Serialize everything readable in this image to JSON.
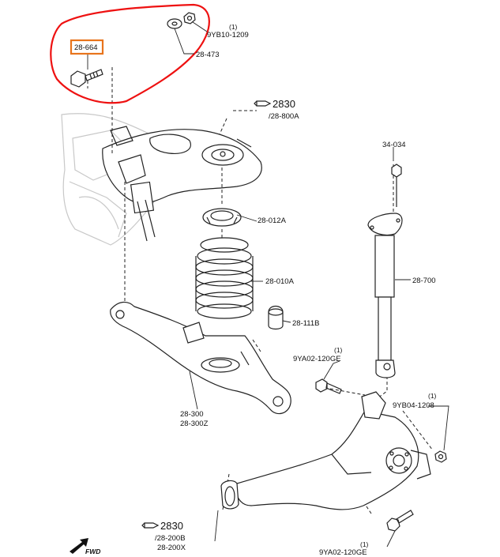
{
  "diagram": {
    "highlighted_part": "28-664",
    "colors": {
      "highlight_box": "#e8741c",
      "annotation_ring": "#ee1111",
      "line": "#222222",
      "ghost": "#c8c8c8"
    },
    "labels": {
      "p28_664": "28-664",
      "qty_1a": "(1)",
      "p9yb10": "9YB10-1209",
      "p28_473": "28-473",
      "ref_2830_top": "2830",
      "p28_800a": "/28-800A",
      "p34_034": "34-034",
      "p28_012a": "28-012A",
      "p28_010a": "28-010A",
      "p28_700": "28-700",
      "p28_111b": "28-111B",
      "qty_1b": "(1)",
      "p9ya02_a": "9YA02-120GE",
      "qty_1c": "(1)",
      "p9yb04": "9YB04-1208",
      "p28_300": "28-300",
      "p28_300z": "28-300Z",
      "ref_2830_bottom": "2830",
      "p28_200b": "/28-200B",
      "p28_200x": "28-200X",
      "qty_1d": "(1)",
      "p9ya02_b": "9YA02-120GE",
      "fwd": "FWD"
    },
    "icons": [
      "finger-pointer-icon",
      "fwd-arrow-icon"
    ]
  }
}
